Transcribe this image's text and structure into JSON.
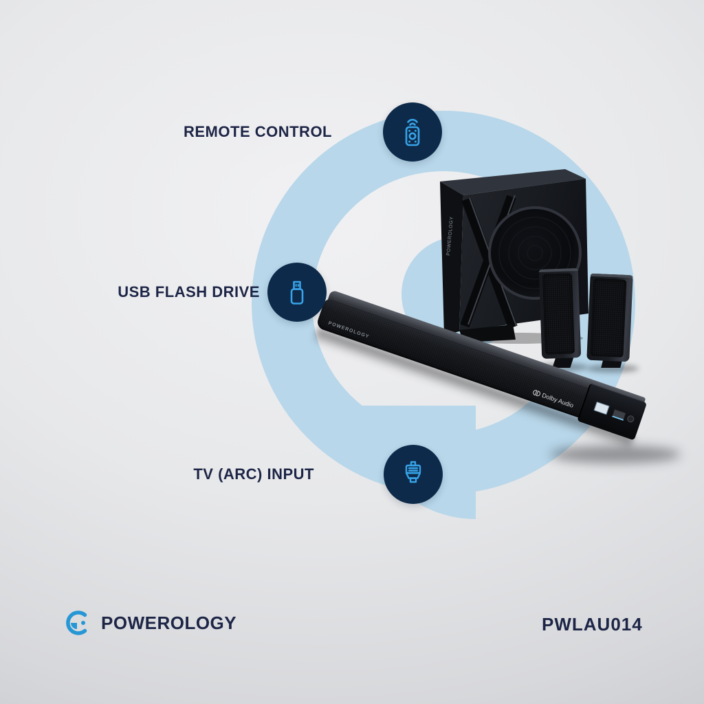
{
  "features": [
    {
      "label": "REMOTE CONTROL",
      "icon": "remote-control-icon"
    },
    {
      "label": "USB FLASH DRIVE",
      "icon": "usb-flash-drive-icon"
    },
    {
      "label": "TV (ARC) INPUT",
      "icon": "hdmi-arc-icon"
    }
  ],
  "product": {
    "soundbar_brand_marking": "POWEROLOGY",
    "subwoofer_marking": "POWEROLOGY",
    "dolby_label": "Dolby Audio"
  },
  "footer": {
    "brand_name": "POWEROLOGY",
    "model_number": "PWLAU014"
  },
  "colors": {
    "badge_background": "#0d2a4a",
    "icon_accent": "#38a3e8",
    "label_text": "#1d2546",
    "swirl_blue": "#b8d7ea",
    "logo_blue": "#2697d4",
    "background_light": "#f1f1f3",
    "background_dark": "#c7c8cc"
  }
}
